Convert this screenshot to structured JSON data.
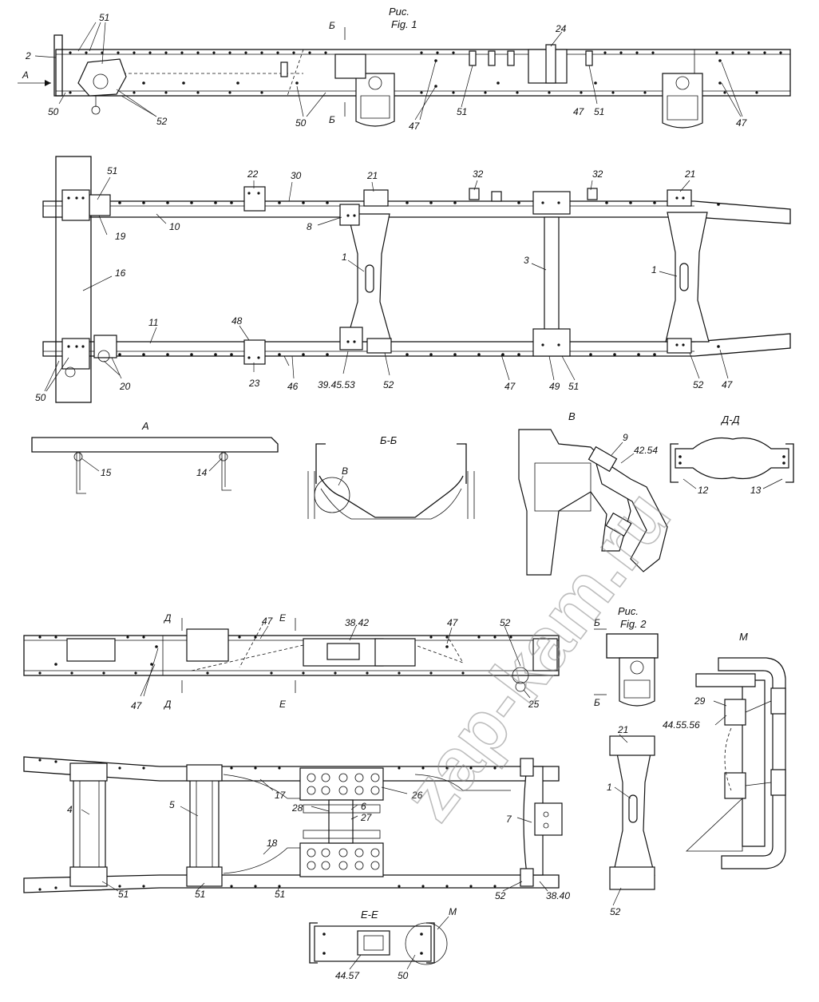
{
  "figure1": {
    "title_ru": "Рис.",
    "title_en": "Fig. 1"
  },
  "figure2": {
    "title_ru": "Рис.",
    "title_en": "Fig. 2"
  },
  "watermark": "zap-kam.ru",
  "views": {
    "a": "А",
    "b_b": "Б-Б",
    "v": "В",
    "d_d": "Д-Д",
    "e_e": "Е-Е",
    "m": "М"
  },
  "section_marks": {
    "arrow_a": "А",
    "b": "Б",
    "d": "Д",
    "e": "Е"
  },
  "callouts": {
    "side_top": [
      "51",
      "2",
      "50",
      "52",
      "50",
      "47",
      "51",
      "24",
      "47",
      "51",
      "47"
    ],
    "plan_top": [
      "51",
      "22",
      "30",
      "21",
      "32",
      "32",
      "21",
      "19",
      "10",
      "8",
      "1",
      "3",
      "1",
      "16",
      "11",
      "48",
      "23",
      "46",
      "39.45.53",
      "52",
      "47",
      "49",
      "51",
      "52",
      "47",
      "50",
      "20"
    ],
    "view_a": [
      "15",
      "14"
    ],
    "view_bb": [
      "В"
    ],
    "view_v": [
      "9",
      "42.54"
    ],
    "view_dd": [
      "12",
      "13"
    ],
    "side_bottom": [
      "47",
      "38.42",
      "47",
      "52",
      "47",
      "25"
    ],
    "plan_bottom": [
      "17",
      "28",
      "6",
      "27",
      "26",
      "4",
      "5",
      "7",
      "18",
      "51",
      "51",
      "51",
      "52",
      "38.40"
    ],
    "fig2": [
      "21",
      "1",
      "52"
    ],
    "view_m": [
      "29",
      "44.55.56"
    ],
    "view_ee": [
      "44.57",
      "50",
      "М"
    ]
  }
}
